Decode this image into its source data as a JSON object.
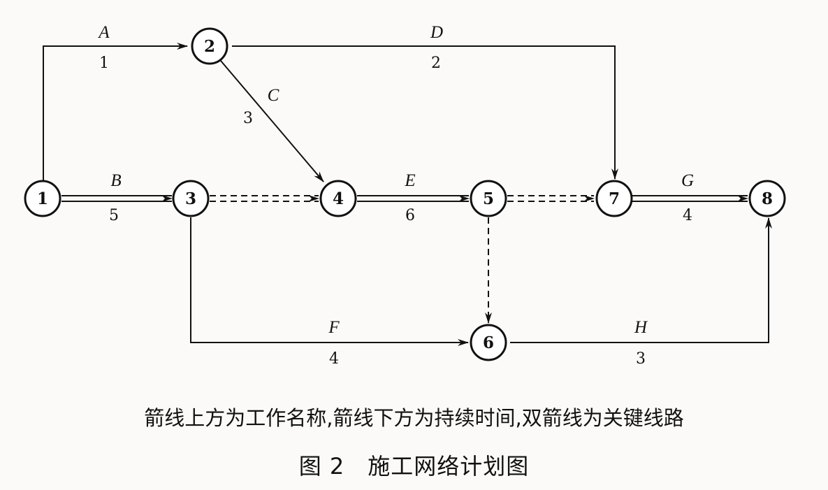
{
  "diagram": {
    "nodes": [
      "1",
      "2",
      "3",
      "4",
      "5",
      "6",
      "7",
      "8"
    ],
    "activities": [
      {
        "name": "A",
        "duration": "1",
        "from": "1",
        "to": "2",
        "critical": false
      },
      {
        "name": "B",
        "duration": "5",
        "from": "1",
        "to": "3",
        "critical": true
      },
      {
        "name": "C",
        "duration": "3",
        "from": "2",
        "to": "4",
        "critical": false
      },
      {
        "name": "D",
        "duration": "2",
        "from": "2",
        "to": "7",
        "critical": false
      },
      {
        "name": "E",
        "duration": "6",
        "from": "4",
        "to": "5",
        "critical": true
      },
      {
        "name": "F",
        "duration": "4",
        "from": "3",
        "to": "6",
        "critical": false
      },
      {
        "name": "G",
        "duration": "4",
        "from": "7",
        "to": "8",
        "critical": true
      },
      {
        "name": "H",
        "duration": "3",
        "from": "6",
        "to": "8",
        "critical": false
      }
    ],
    "dummies": [
      {
        "from": "3",
        "to": "4",
        "critical": true
      },
      {
        "from": "5",
        "to": "7",
        "critical": true
      },
      {
        "from": "5",
        "to": "6",
        "critical": false
      }
    ]
  },
  "caption": {
    "note": "箭线上方为工作名称,箭线下方为持续时间,双箭线为关键线路",
    "title": "图 2　施工网络计划图"
  }
}
